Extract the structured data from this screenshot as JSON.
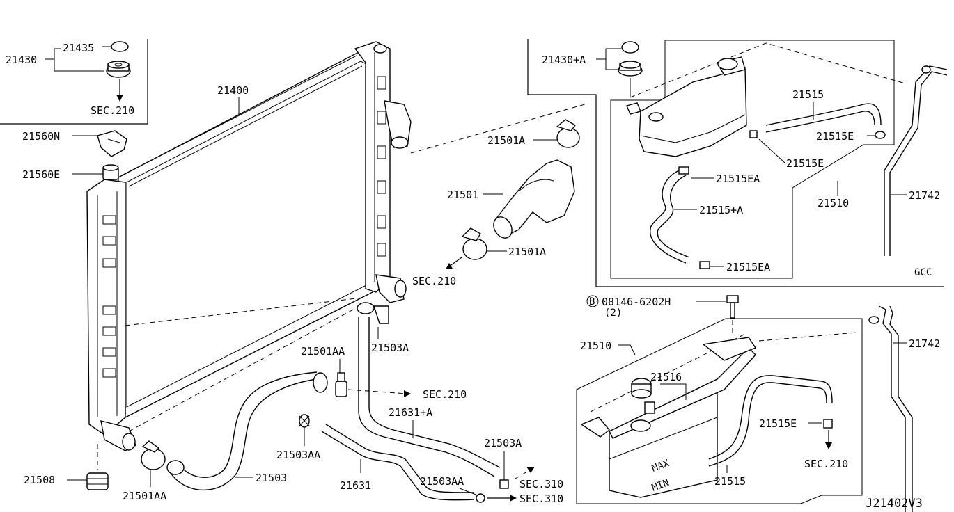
{
  "labels": {
    "p21435": "21435",
    "p21430": "21430",
    "sec210_cap": "SEC.210",
    "p21400": "21400",
    "p21560N": "21560N",
    "p21560E": "21560E",
    "p21501A_top": "21501A",
    "p21501": "21501",
    "p21501A_mid": "21501A",
    "sec210_mid": "SEC.210",
    "p21503A_mid": "21503A",
    "p21501AA_top": "21501AA",
    "sec210_aa": "SEC.210",
    "p21631A": "21631+A",
    "p21503AA_mid": "21503AA",
    "p21503": "21503",
    "p21508": "21508",
    "p21501AA_bot": "21501AA",
    "p21631": "21631",
    "p21503AA_bot": "21503AA",
    "p21503A_bot": "21503A",
    "sec310_a": "SEC.310",
    "sec310_b": "SEC.310",
    "p21430A": "21430+A",
    "p21515": "21515",
    "p21515E_top": "21515E",
    "p21515E_mid": "21515E",
    "p21515EA_top": "21515EA",
    "p21515A": "21515+A",
    "p21510_top": "21510",
    "p21515EA_bot": "21515EA",
    "p21742_top": "21742",
    "gcc": "GCC",
    "bolt_b": "B",
    "bolt": "08146-6202H",
    "bolt_qty": "(2)",
    "p21742_bot": "21742",
    "p21510_bot": "21510",
    "p21516": "21516",
    "p21515E_bot": "21515E",
    "sec210_bot": "SEC.210",
    "p21515_bot": "21515",
    "tank_max": "MAX",
    "tank_min": "MIN",
    "diagram_id": "J21402V3"
  }
}
